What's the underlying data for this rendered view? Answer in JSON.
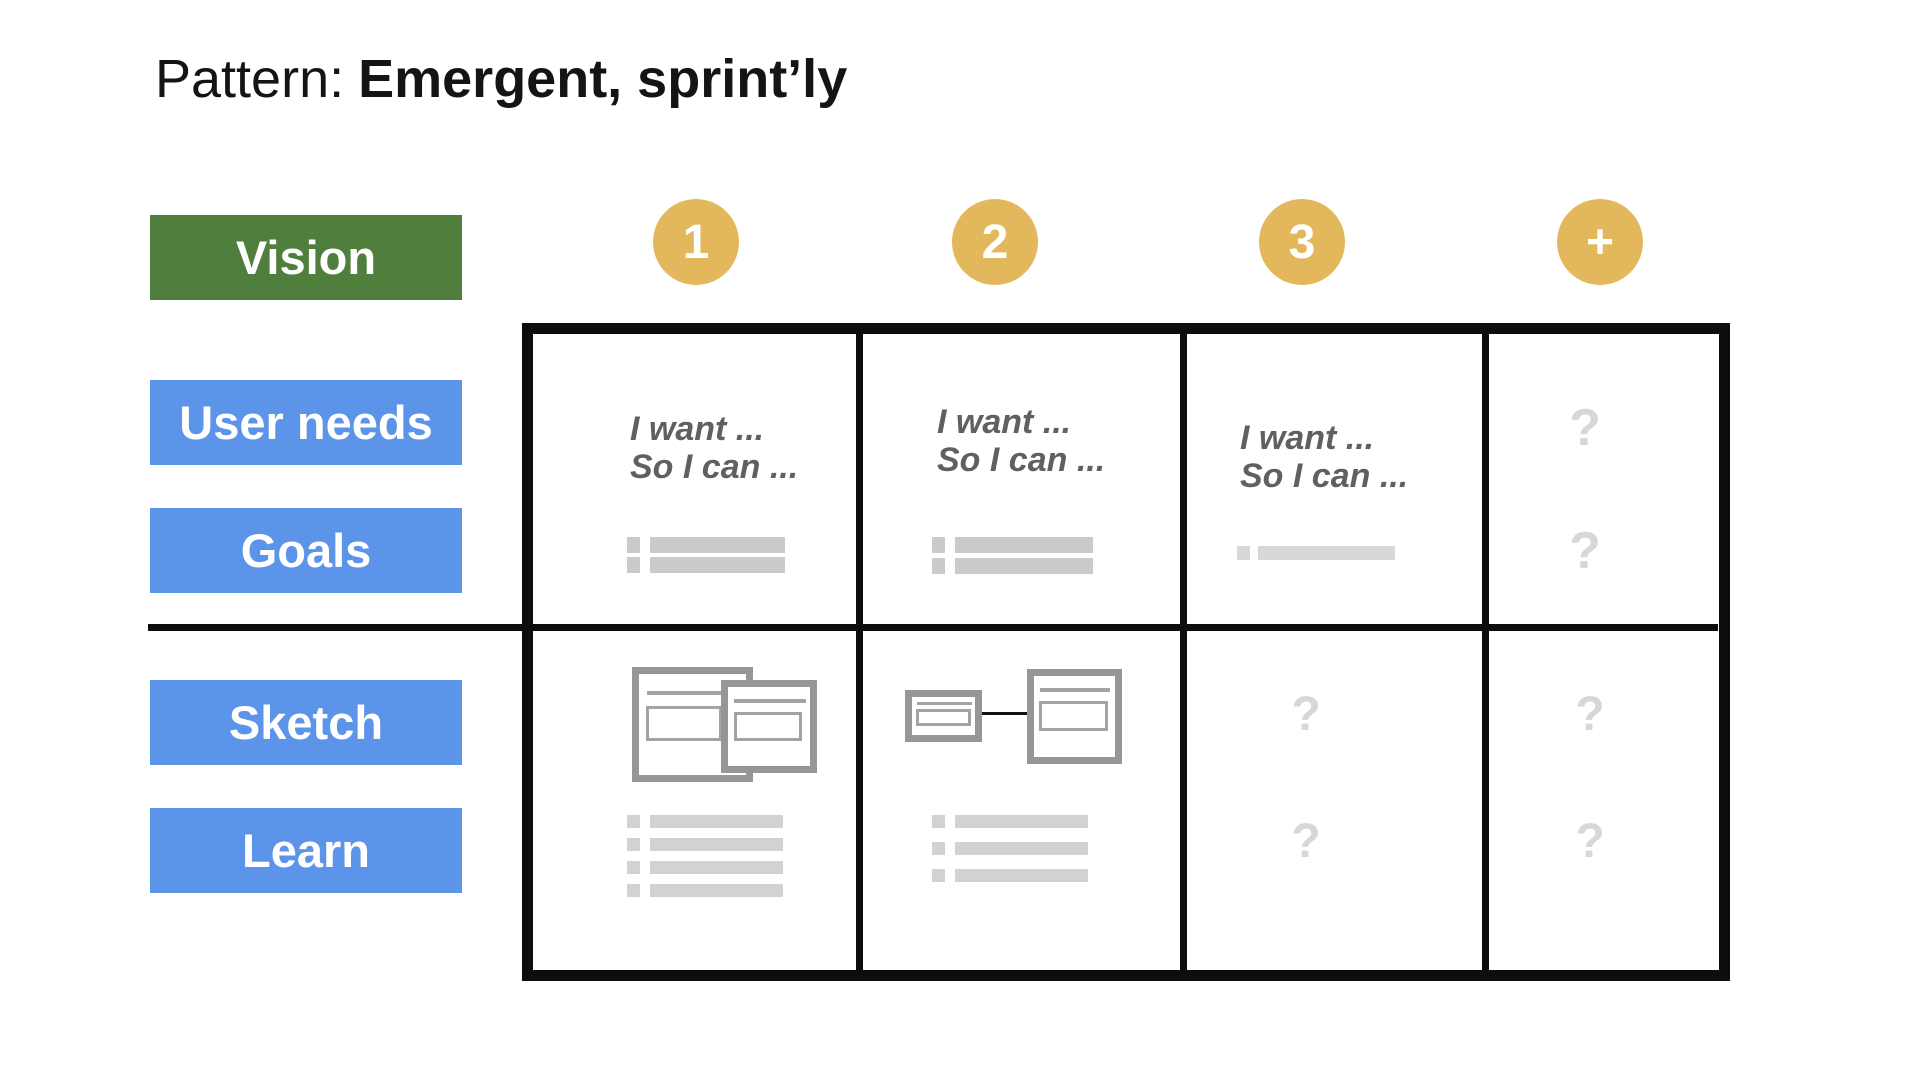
{
  "title": {
    "prefix": "Pattern:",
    "emphasis": "Emergent, sprint’ly"
  },
  "palette": {
    "vision_green": "#4f7e3d",
    "step_blue": "#5b94e8",
    "badge_gold": "#e3b85c",
    "grid_black": "#0d0d0d",
    "story_text_gray": "#606060",
    "placeholder_gray": "#d7d7d7",
    "wireframe_gray": "#969696",
    "bar_gray": "#cbcbcb"
  },
  "row_labels": [
    {
      "id": "vision",
      "label": "Vision",
      "color": "#4f7e3d"
    },
    {
      "id": "user-needs",
      "label": "User needs",
      "color": "#5b94e8"
    },
    {
      "id": "goals",
      "label": "Goals",
      "color": "#5b94e8"
    },
    {
      "id": "sketch",
      "label": "Sketch",
      "color": "#5b94e8"
    },
    {
      "id": "learn",
      "label": "Learn",
      "color": "#5b94e8"
    }
  ],
  "column_badges": [
    {
      "id": "1",
      "label": "1"
    },
    {
      "id": "2",
      "label": "2"
    },
    {
      "id": "3",
      "label": "3"
    },
    {
      "id": "plus",
      "label": "+"
    }
  ],
  "story": {
    "line1": "I want ...",
    "line2": "So I can ..."
  },
  "question_mark": "?",
  "grid": {
    "rows": 2,
    "columns": 4,
    "cells": {
      "r1c1": "user story + 2 placeholder list items",
      "r1c2": "user story + 2 placeholder list items",
      "r1c3": "user story + 1 placeholder list item",
      "r1c4": "2 question marks",
      "r2c1": "overlapping sketch cards + 4 placeholder list items",
      "r2c2": "connected sketch cards + 3 placeholder list items",
      "r2c3": "2 question marks",
      "r2c4": "2 question marks"
    }
  }
}
